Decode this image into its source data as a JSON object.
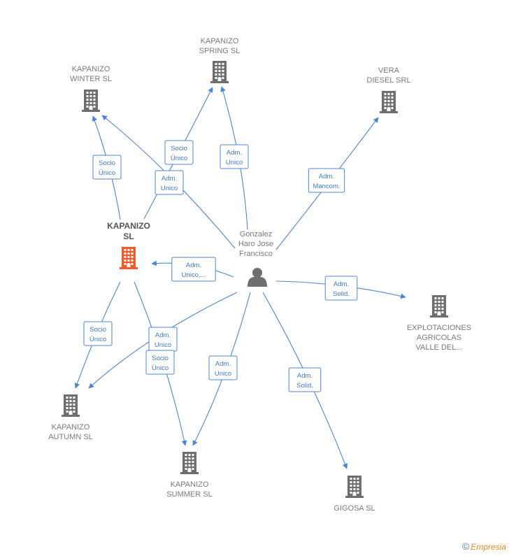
{
  "nodes": [
    {
      "id": "winter",
      "type": "company",
      "label": [
        "KAPANIZO",
        "WINTER  SL"
      ]
    },
    {
      "id": "spring",
      "type": "company",
      "label": [
        "KAPANIZO",
        "SPRING  SL"
      ]
    },
    {
      "id": "vera",
      "type": "company",
      "label": [
        "VERA",
        "DIESEL SRL"
      ]
    },
    {
      "id": "kapanizo",
      "type": "company",
      "focus": true,
      "label": [
        "KAPANIZO",
        "SL"
      ]
    },
    {
      "id": "person",
      "type": "person",
      "label": [
        "Gonzalez",
        "Haro Jose",
        "Francisco"
      ]
    },
    {
      "id": "explot",
      "type": "company",
      "label": [
        "EXPLOTACIONES",
        "AGRICOLAS",
        "VALLE DEL..."
      ]
    },
    {
      "id": "autumn",
      "type": "company",
      "label": [
        "KAPANIZO",
        "AUTUMN  SL"
      ]
    },
    {
      "id": "summer",
      "type": "company",
      "label": [
        "KAPANIZO",
        "SUMMER  SL"
      ]
    },
    {
      "id": "gigosa",
      "type": "company",
      "label": [
        "GIGOSA SL"
      ]
    }
  ],
  "edges": [
    {
      "id": "kap-winter",
      "from": "kapanizo",
      "to": "winter",
      "label": [
        "Socio",
        "Único"
      ]
    },
    {
      "id": "kap-spring",
      "from": "kapanizo",
      "to": "spring",
      "label": [
        "Socio",
        "Único"
      ]
    },
    {
      "id": "per-winter",
      "from": "person",
      "to": "winter",
      "label": [
        "Adm.",
        "Unico"
      ]
    },
    {
      "id": "per-spring",
      "from": "person",
      "to": "spring",
      "label": [
        "Adm.",
        "Unico"
      ]
    },
    {
      "id": "per-vera",
      "from": "person",
      "to": "vera",
      "label": [
        "Adm.",
        "Mancom."
      ]
    },
    {
      "id": "per-kap",
      "from": "person",
      "to": "kapanizo",
      "label": [
        "Adm.",
        "Unico,..."
      ]
    },
    {
      "id": "per-explot",
      "from": "person",
      "to": "explot",
      "label": [
        "Adm.",
        "Solid."
      ]
    },
    {
      "id": "kap-autumn",
      "from": "kapanizo",
      "to": "autumn",
      "label": [
        "Socio",
        "Único"
      ]
    },
    {
      "id": "per-autumn",
      "from": "person",
      "to": "autumn",
      "label": [
        "Adm.",
        "Unico"
      ]
    },
    {
      "id": "kap-summer",
      "from": "kapanizo",
      "to": "summer",
      "label": [
        "Socio",
        "Único"
      ]
    },
    {
      "id": "per-summer",
      "from": "person",
      "to": "summer",
      "label": [
        "Adm.",
        "Unico"
      ]
    },
    {
      "id": "per-gigosa",
      "from": "person",
      "to": "gigosa",
      "label": [
        "Adm.",
        "Solid."
      ]
    }
  ],
  "colors": {
    "edge": "#4a86d4",
    "company_icon": "#6e6e6e",
    "focus_icon": "#f05a28",
    "person_icon": "#6e6e6e"
  },
  "footer": {
    "copyright_symbol": "©",
    "brand": "Empresia"
  }
}
